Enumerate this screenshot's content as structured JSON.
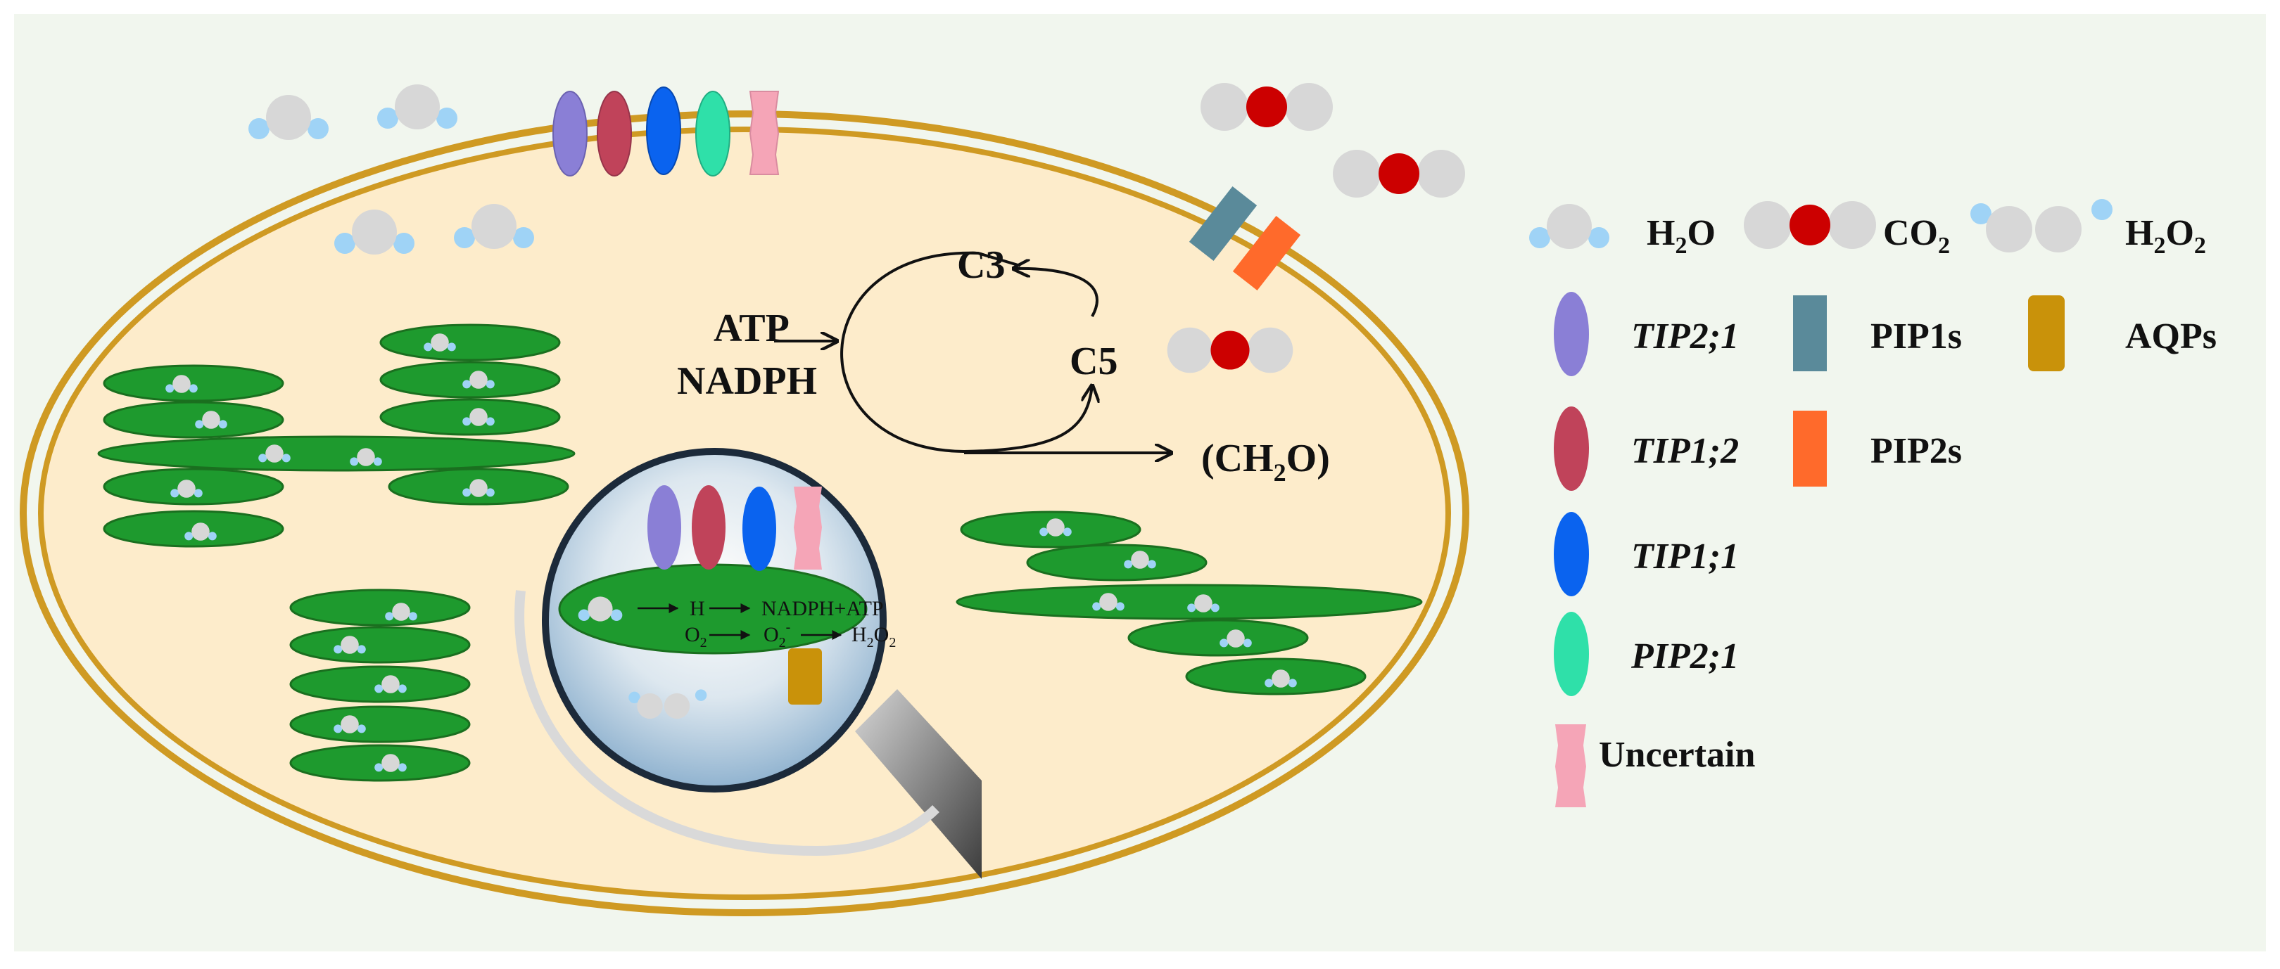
{
  "colors": {
    "cytoplasm": "#fdeccb",
    "membrane": "#cf9a23",
    "thylakoid": "#1e9a2e",
    "thylakoid_edge": "#1a6f1f",
    "oxygen_atom": "#cc0000",
    "hydrogen_atom": "#9fd3f6",
    "gray_atom": "#d7d7d7",
    "tip21": "#8a7fd6",
    "tip12": "#c0435a",
    "tip11": "#0a63ef",
    "pip21": "#2fe0a9",
    "uncertain": "#f5a5b7",
    "pip1s": "#5a8a9a",
    "pip2s": "#ff6a2b",
    "aqps": "#c9920a"
  },
  "calvin": {
    "atp": "ATP",
    "nadph": "NADPH",
    "c3": "C3",
    "c5": "C5",
    "product_open": "(CH",
    "product_sub": "2",
    "product_close": "O)"
  },
  "lens": {
    "h": "H",
    "nadph_atp": "NADPH+ATP",
    "o2_base": "O",
    "o2_sub": "2",
    "superoxide_base": "O",
    "superoxide_sub": "2",
    "superoxide_sup": "-",
    "h2o2_h1": "H",
    "h2o2_sub1": "2",
    "h2o2_o": "O",
    "h2o2_sub2": "2"
  },
  "legend": {
    "h2o": {
      "a": "H",
      "sub": "2",
      "b": "O"
    },
    "co2": {
      "a": "CO",
      "sub": "2"
    },
    "h2o2": {
      "a": "H",
      "sub1": "2",
      "b": "O",
      "sub2": "2"
    },
    "tip21": "TIP2;1",
    "tip12": "TIP1;2",
    "tip11": "TIP1;1",
    "pip21": "PIP2;1",
    "uncertain": "Uncertain",
    "pip1s": "PIP1s",
    "pip2s": "PIP2s",
    "aqps": "AQPs"
  }
}
